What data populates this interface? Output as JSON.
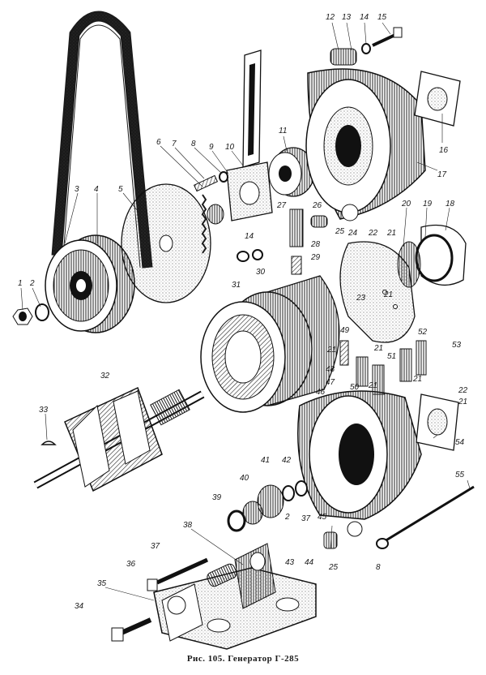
{
  "figure": {
    "caption": "Рис. 105. Генератор Г-285"
  },
  "callouts": [
    {
      "id": "c1",
      "text": "1"
    },
    {
      "id": "c2",
      "text": "2"
    },
    {
      "id": "c3",
      "text": "3"
    },
    {
      "id": "c4",
      "text": "4"
    },
    {
      "id": "c5",
      "text": "5"
    },
    {
      "id": "c6",
      "text": "6"
    },
    {
      "id": "c7",
      "text": "7"
    },
    {
      "id": "c8",
      "text": "8"
    },
    {
      "id": "c9",
      "text": "9"
    },
    {
      "id": "c10",
      "text": "10"
    },
    {
      "id": "c11",
      "text": "11"
    },
    {
      "id": "c12",
      "text": "12"
    },
    {
      "id": "c13",
      "text": "13"
    },
    {
      "id": "c14",
      "text": "14"
    },
    {
      "id": "c15",
      "text": "15"
    },
    {
      "id": "c16",
      "text": "16"
    },
    {
      "id": "c17",
      "text": "17"
    },
    {
      "id": "c18",
      "text": "18"
    },
    {
      "id": "c19",
      "text": "19"
    },
    {
      "id": "c20",
      "text": "20"
    },
    {
      "id": "c21",
      "text": "21"
    },
    {
      "id": "c22",
      "text": "22"
    },
    {
      "id": "c23",
      "text": "23"
    },
    {
      "id": "c24",
      "text": "24"
    },
    {
      "id": "c25",
      "text": "25"
    },
    {
      "id": "c26",
      "text": "26"
    },
    {
      "id": "c27",
      "text": "27"
    },
    {
      "id": "c28",
      "text": "28"
    },
    {
      "id": "c29",
      "text": "29"
    },
    {
      "id": "c30",
      "text": "30"
    },
    {
      "id": "c31",
      "text": "31"
    },
    {
      "id": "c32",
      "text": "32"
    },
    {
      "id": "c33",
      "text": "33"
    },
    {
      "id": "c34",
      "text": "34"
    },
    {
      "id": "c35",
      "text": "35"
    },
    {
      "id": "c36",
      "text": "36"
    },
    {
      "id": "c37",
      "text": "37"
    },
    {
      "id": "c38",
      "text": "38"
    },
    {
      "id": "c39",
      "text": "39"
    },
    {
      "id": "c40",
      "text": "40"
    },
    {
      "id": "c41",
      "text": "41"
    },
    {
      "id": "c42",
      "text": "42"
    },
    {
      "id": "c43",
      "text": "43"
    },
    {
      "id": "c44",
      "text": "44"
    },
    {
      "id": "c45",
      "text": "45"
    },
    {
      "id": "c46",
      "text": "46"
    },
    {
      "id": "c47",
      "text": "47"
    },
    {
      "id": "c48",
      "text": "48"
    },
    {
      "id": "c49",
      "text": "49"
    },
    {
      "id": "c50",
      "text": "50"
    },
    {
      "id": "c51",
      "text": "51"
    },
    {
      "id": "c52",
      "text": "52"
    },
    {
      "id": "c53",
      "text": "53"
    },
    {
      "id": "c54",
      "text": "54"
    },
    {
      "id": "c55",
      "text": "55"
    },
    {
      "id": "c2b",
      "text": "2"
    },
    {
      "id": "c8b",
      "text": "8"
    },
    {
      "id": "c14b",
      "text": "14"
    },
    {
      "id": "c21a",
      "text": "21"
    },
    {
      "id": "c21b",
      "text": "21"
    },
    {
      "id": "c21c",
      "text": "21"
    },
    {
      "id": "c21d",
      "text": "21"
    },
    {
      "id": "c21e",
      "text": "21"
    },
    {
      "id": "c21f",
      "text": "21"
    },
    {
      "id": "c22b",
      "text": "22"
    },
    {
      "id": "c25b",
      "text": "25"
    },
    {
      "id": "c37b",
      "text": "37"
    }
  ]
}
